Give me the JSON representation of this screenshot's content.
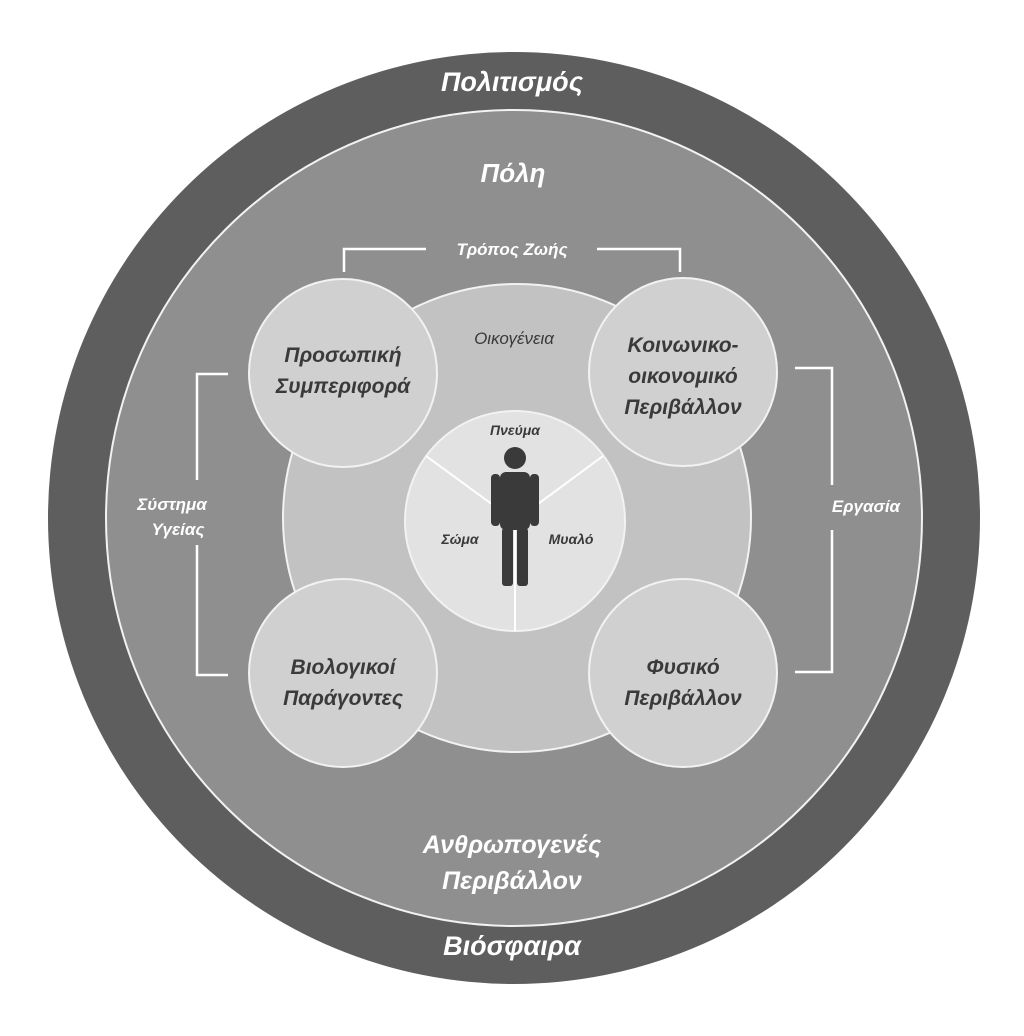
{
  "outer_ring": {
    "top_label": "Πολιτισμός",
    "bottom_label": "Βιόσφαιρα"
  },
  "city_circle": {
    "label": "Πόλη",
    "bottom_label_line1": "Ανθρωπογενές",
    "bottom_label_line2": "Περιβάλλον"
  },
  "brackets": {
    "top": "Τρόπος Ζωής",
    "left_line1": "Σύστημα",
    "left_line2": "Υγείας",
    "right": "Εργασία"
  },
  "family_circle": {
    "label": "Οικογένεια"
  },
  "satellites": {
    "top_left": {
      "line1": "Προσωπική",
      "line2": "Συμπεριφορά"
    },
    "top_right": {
      "line1": "Κοινωνικο-",
      "line2": "οικονομικό",
      "line3": "Περιβάλλον"
    },
    "bottom_left": {
      "line1": "Βιολογικοί",
      "line2": "Παράγοντες"
    },
    "bottom_right": {
      "line1": "Φυσικό",
      "line2": "Περιβάλλον"
    }
  },
  "center": {
    "top": "Πνεύμα",
    "left": "Σώμα",
    "right": "Μυαλό"
  },
  "colors": {
    "outer_ring": "#5e5e5e",
    "city": "#8f8f8f",
    "family": "#c2c2c2",
    "satellite": "#d0d0d0",
    "center": "#e2e2e2"
  }
}
